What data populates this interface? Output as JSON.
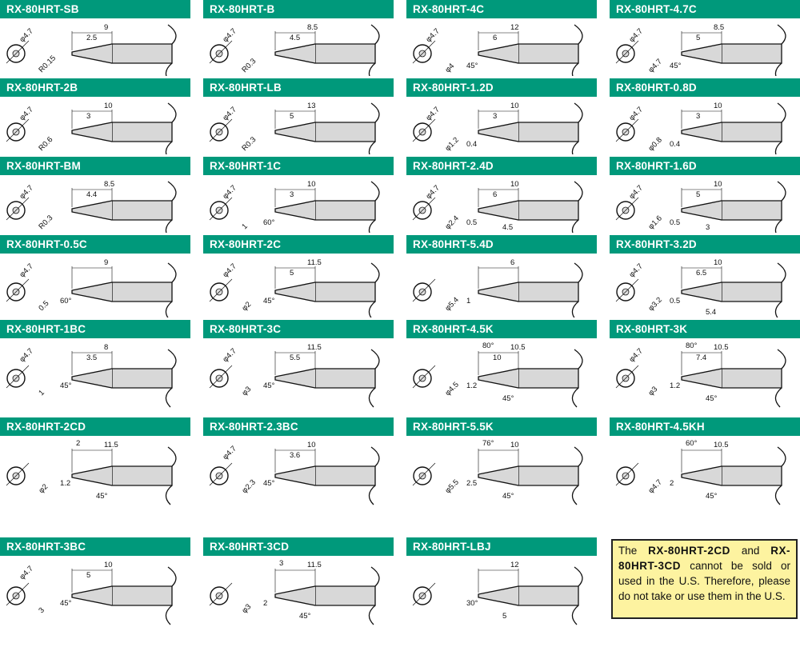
{
  "accent": "#00997b",
  "tips": [
    {
      "title": "RX-80HRT-SB",
      "dims": [
        "φ4.7",
        "9",
        "2.5",
        "R0.15"
      ]
    },
    {
      "title": "RX-80HRT-B",
      "dims": [
        "φ4.7",
        "8.5",
        "4.5",
        "R0.3"
      ]
    },
    {
      "title": "RX-80HRT-4C",
      "dims": [
        "φ4.7",
        "12",
        "6",
        "φ4",
        "45°"
      ]
    },
    {
      "title": "RX-80HRT-4.7C",
      "dims": [
        "φ4.7",
        "8.5",
        "5",
        "φ4.7",
        "45°"
      ]
    },
    {
      "title": "RX-80HRT-2B",
      "dims": [
        "φ4.7",
        "10",
        "3",
        "R0.6"
      ]
    },
    {
      "title": "RX-80HRT-LB",
      "dims": [
        "φ4.7",
        "13",
        "5",
        "R0.3"
      ]
    },
    {
      "title": "RX-80HRT-1.2D",
      "dims": [
        "φ4.7",
        "10",
        "3",
        "φ1.2",
        "0.4"
      ]
    },
    {
      "title": "RX-80HRT-0.8D",
      "dims": [
        "φ4.7",
        "10",
        "3",
        "φ0.8",
        "0.4"
      ]
    },
    {
      "title": "RX-80HRT-BM",
      "dims": [
        "φ4.7",
        "8.5",
        "4.4",
        "R0.3"
      ]
    },
    {
      "title": "RX-80HRT-1C",
      "dims": [
        "φ4.7",
        "10",
        "3",
        "1",
        "60°"
      ]
    },
    {
      "title": "RX-80HRT-2.4D",
      "dims": [
        "φ4.7",
        "10",
        "6",
        "φ2.4",
        "0.5",
        "4.5"
      ]
    },
    {
      "title": "RX-80HRT-1.6D",
      "dims": [
        "φ4.7",
        "10",
        "5",
        "φ1.6",
        "0.5",
        "3"
      ]
    },
    {
      "title": "RX-80HRT-0.5C",
      "dims": [
        "φ4.7",
        "9",
        "",
        "0.5",
        "60°"
      ]
    },
    {
      "title": "RX-80HRT-2C",
      "dims": [
        "φ4.7",
        "11.5",
        "5",
        "φ2",
        "45°"
      ]
    },
    {
      "title": "RX-80HRT-5.4D",
      "dims": [
        "",
        "6",
        "",
        "φ5.4",
        "1"
      ]
    },
    {
      "title": "RX-80HRT-3.2D",
      "dims": [
        "φ4.7",
        "10",
        "6.5",
        "φ3.2",
        "0.5",
        "5.4"
      ]
    },
    {
      "title": "RX-80HRT-1BC",
      "dims": [
        "φ4.7",
        "8",
        "3.5",
        "1",
        "45°"
      ]
    },
    {
      "title": "RX-80HRT-3C",
      "dims": [
        "φ4.7",
        "11.5",
        "5.5",
        "φ3",
        "45°"
      ]
    },
    {
      "title": "RX-80HRT-4.5K",
      "dims": [
        "",
        "10.5",
        "10",
        "φ4.5",
        "1.2",
        "45°",
        "80°"
      ]
    },
    {
      "title": "RX-80HRT-3K",
      "dims": [
        "φ4.7",
        "10.5",
        "7.4",
        "φ3",
        "1.2",
        "45°",
        "80°"
      ]
    },
    {
      "title": "RX-80HRT-2CD",
      "dims": [
        "",
        "11.5",
        "",
        "φ2",
        "1.2",
        "45°",
        "2"
      ]
    },
    {
      "title": "RX-80HRT-2.3BC",
      "dims": [
        "φ4.7",
        "10",
        "3.6",
        "φ2.3",
        "45°"
      ]
    },
    {
      "title": "RX-80HRT-5.5K",
      "dims": [
        "",
        "10",
        "",
        "φ5.5",
        "2.5",
        "45°",
        "76°"
      ]
    },
    {
      "title": "RX-80HRT-4.5KH",
      "dims": [
        "",
        "10.5",
        "",
        "φ4.7",
        "2",
        "45°",
        "60°"
      ]
    },
    {
      "title": "RX-80HRT-3BC",
      "dims": [
        "φ4.7",
        "10",
        "5",
        "3",
        "45°"
      ]
    },
    {
      "title": "RX-80HRT-3CD",
      "dims": [
        "",
        "11.5",
        "",
        "φ3",
        "2",
        "45°",
        "3"
      ]
    },
    {
      "title": "RX-80HRT-LBJ",
      "dims": [
        "",
        "12",
        "",
        "",
        "30°",
        "5"
      ]
    }
  ],
  "notice": {
    "line_pre": "The",
    "model1": "RX-80HRT-2CD",
    "and": "and",
    "model2": "RX-80HRT-3CD",
    "rest": "cannot be sold or used in the U.S.  Therefore, please do not take or use them in the U.S."
  }
}
